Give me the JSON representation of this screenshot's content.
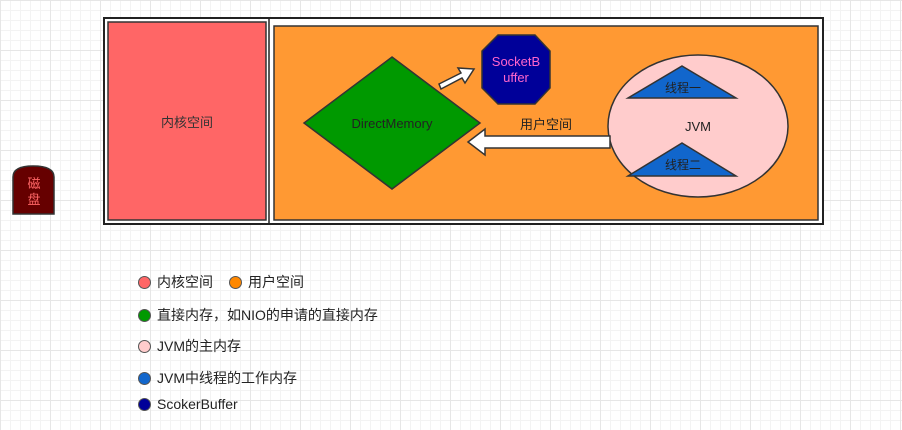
{
  "diagram": {
    "kernel_space": "内核空间",
    "direct_memory": "DirectMemory",
    "socket_buffer_line1": "SocketB",
    "socket_buffer_line2": "uffer",
    "user_space_label": "用户空间",
    "jvm": "JVM",
    "thread_one": "线程一",
    "thread_two": "线程二",
    "disk_line1": "磁",
    "disk_line2": "盘"
  },
  "colors": {
    "kernel": "#ff6666",
    "user_space": "#ff9933",
    "direct_memory": "#009900",
    "socket_buffer": "#000099",
    "jvm": "#ffcccc",
    "thread": "#1166cc",
    "disk": "#660000"
  },
  "legend": {
    "kernel_space": "内核空间",
    "user_space": "用户空间",
    "direct_memory": "直接内存，如NIO的申请的直接内存",
    "jvm_main": "JVM的主内存",
    "jvm_thread": "JVM中线程的工作内存",
    "socket_buffer": "ScokerBuffer"
  }
}
